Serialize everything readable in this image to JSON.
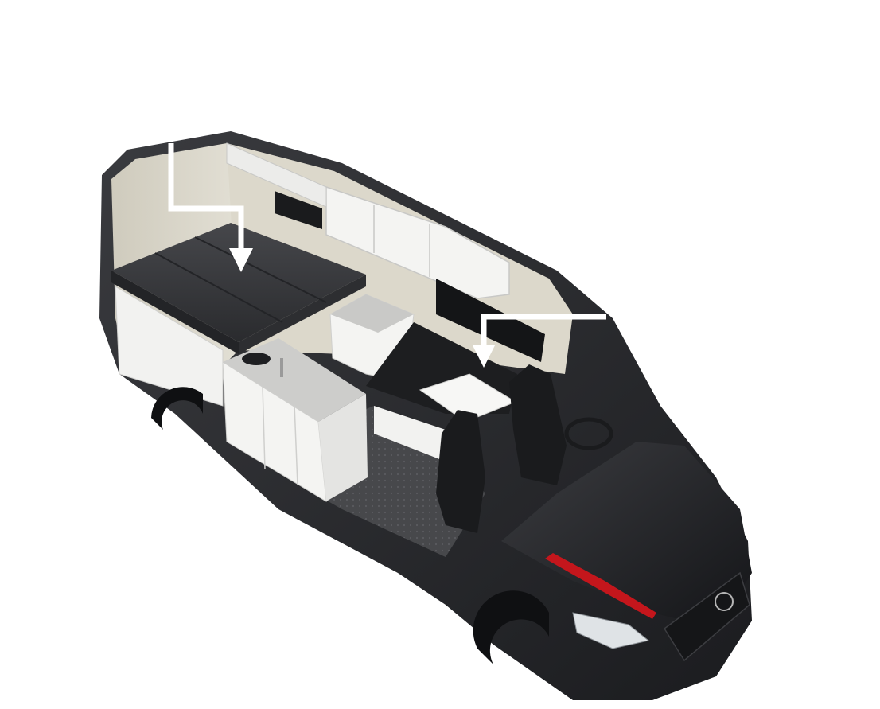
{
  "image": {
    "subject": "camper-van-cutaway",
    "background_color": "#ffffff",
    "colors": {
      "body": "#2b2c2f",
      "body_dark": "#1c1d20",
      "wall_fabric": "#d6d2c4",
      "cabinet": "#f2f2f0",
      "cushion": "#3a3b3e",
      "countertop": "#c9c9c7",
      "floor": "#4a4b4e",
      "accent_stripe": "#c4161c",
      "arrow": "#ffffff"
    },
    "callouts": [
      {
        "name": "bed-platform-arrow",
        "icon": "arrow-down-icon"
      },
      {
        "name": "dinette-table-arrow",
        "icon": "arrow-down-icon"
      }
    ]
  }
}
